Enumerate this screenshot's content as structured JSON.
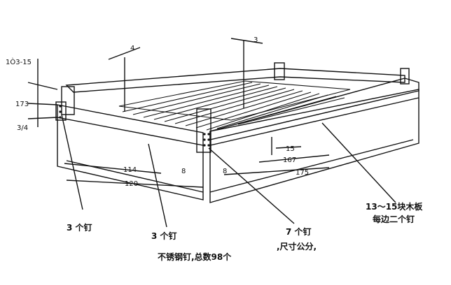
{
  "dimensions": {
    "top_gap": "1Ò3-15",
    "slat_width_left": "4",
    "slat_width_right": "3",
    "left_height_upper": "173",
    "left_height_lower": "3/4",
    "slat_thickness": "15",
    "side_167": "167",
    "side_175": "175",
    "front_114": "114",
    "front_120": "120",
    "post_left_8": "8",
    "post_right_8": "8"
  },
  "labels": {
    "nails_3_left": "3 个钉",
    "nails_3_mid": "3 个钉",
    "nails_7": "7 个钉",
    "units_note": ",尺寸公分,",
    "total_nails": "不锈钢钉,总数98个",
    "boards_line1": "13～15块木板",
    "boards_line2": "每边二个钉"
  }
}
